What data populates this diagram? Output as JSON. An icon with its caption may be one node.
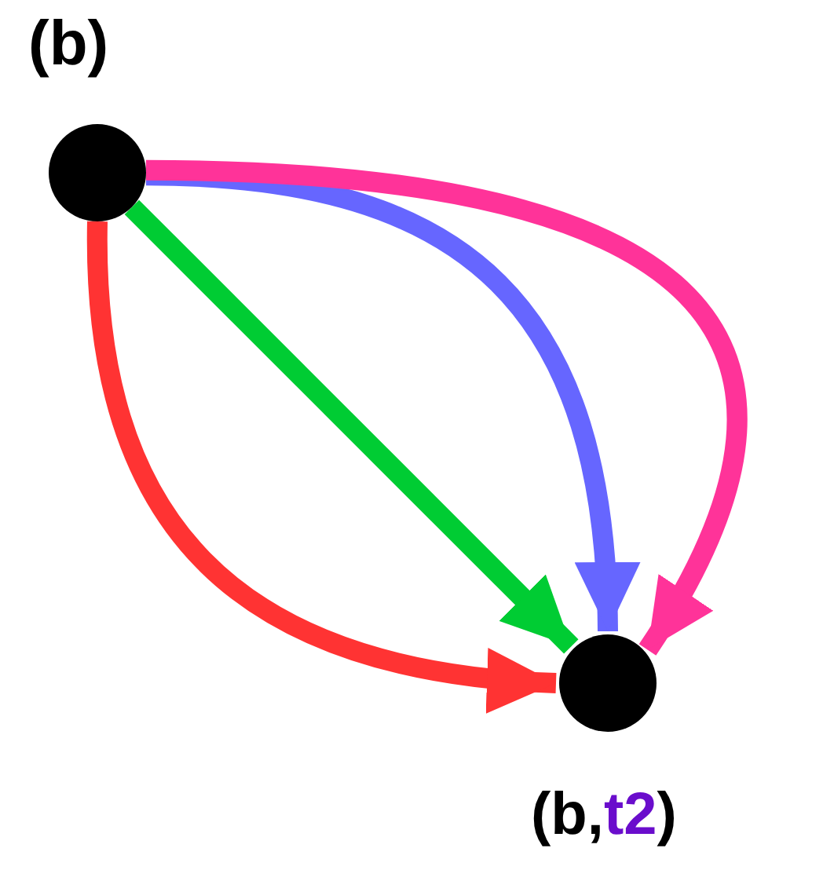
{
  "diagram": {
    "nodes": [
      {
        "text": [],
        "shape": "circle",
        "beside": [
          "(b)"
        ]
      },
      {
        "text": [],
        "shape": "circle",
        "beside": [
          "(b,t2)"
        ]
      }
    ],
    "edges": [
      {
        "from": 0,
        "to": 1,
        "arrow": "to",
        "color": "#ff3333"
      },
      {
        "from": 0,
        "to": 1,
        "arrow": "to",
        "color": "#00cc33"
      },
      {
        "from": 0,
        "to": 1,
        "arrow": "to",
        "color": "#6666ff"
      },
      {
        "from": 0,
        "to": 1,
        "arrow": "to",
        "color": "#ff3399"
      }
    ]
  }
}
